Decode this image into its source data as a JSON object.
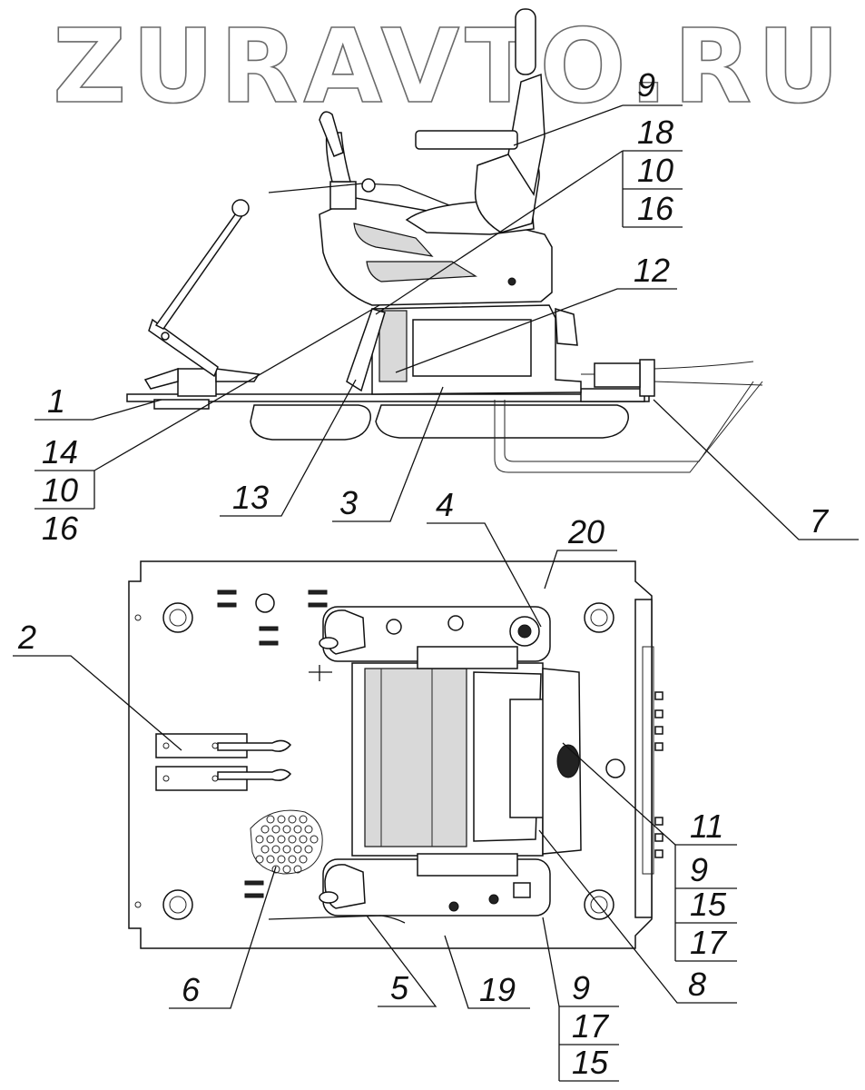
{
  "watermark": "ZURAVTO.RU",
  "callouts": {
    "top_right": [
      "9",
      "18",
      "10",
      "16"
    ],
    "c12": "12",
    "left_1": "1",
    "left_stack": [
      "14",
      "10",
      "16"
    ],
    "c13": "13",
    "c3": "3",
    "c7": "7",
    "c4": "4",
    "c20": "20",
    "c2": "2",
    "right_stack": [
      "11",
      "9",
      "15",
      "17"
    ],
    "c6": "6",
    "c5": "5",
    "c19": "19",
    "c8": "8",
    "bottom_stack": [
      "9",
      "17",
      "15"
    ]
  }
}
